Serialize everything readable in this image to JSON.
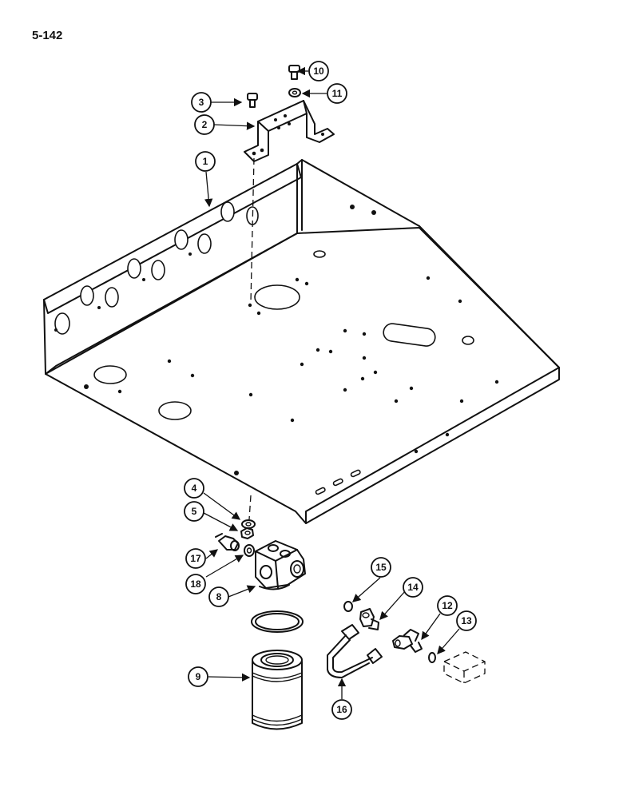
{
  "page_number": "5-142",
  "callouts": {
    "c1": "1",
    "c2": "2",
    "c3": "3",
    "c4": "4",
    "c5": "5",
    "c8": "8",
    "c9": "9",
    "c10": "10",
    "c11": "11",
    "c12": "12",
    "c13": "13",
    "c14": "14",
    "c15": "15",
    "c16": "16",
    "c17": "17",
    "c18": "18"
  }
}
